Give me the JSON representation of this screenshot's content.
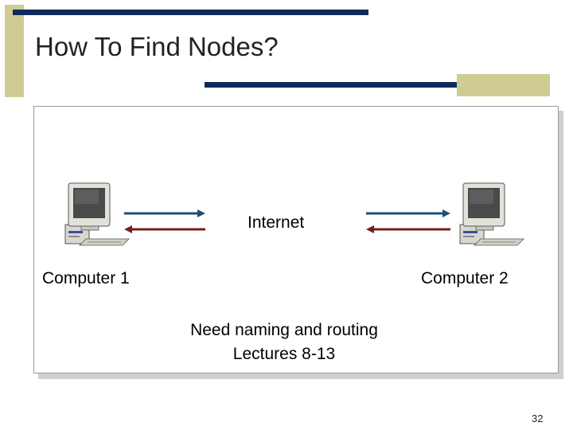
{
  "slide": {
    "title": "How To Find Nodes?",
    "page_number": "32"
  },
  "diagram": {
    "internet_label": "Internet",
    "computer_1_label": "Computer 1",
    "computer_2_label": "Computer 2",
    "note_line_1": "Need naming and routing",
    "note_line_2": "Lectures 8-13"
  },
  "colors": {
    "title_bar": "#0e2a5c",
    "accent_tan": "#cfcb93",
    "arrow_outgoing": "#1f4e79",
    "arrow_incoming": "#7a1c1c"
  },
  "icons": [
    "computer-icon",
    "right-arrow-icon",
    "left-arrow-icon"
  ]
}
